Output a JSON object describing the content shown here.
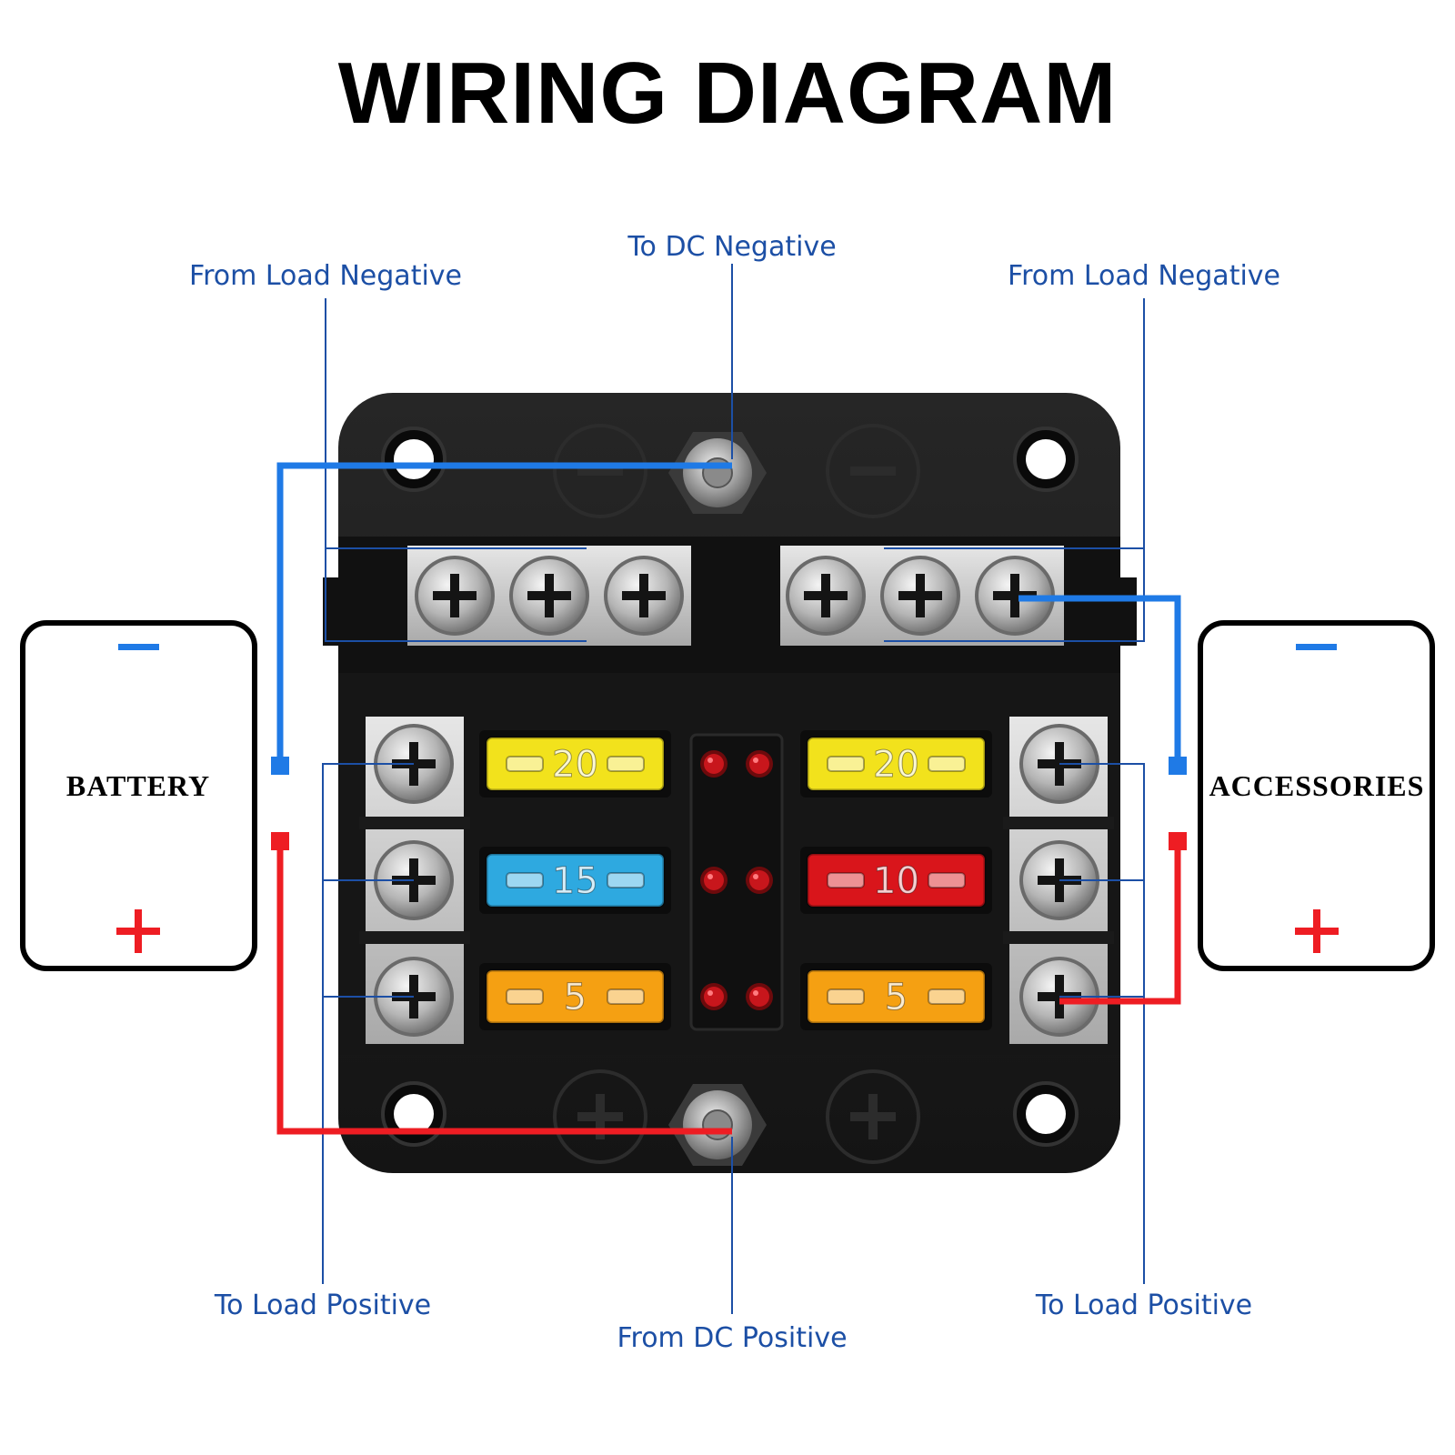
{
  "title": "WIRING DIAGRAM",
  "labels": {
    "from_load_negative_left": "From Load Negative",
    "to_dc_negative": "To DC Negative",
    "from_load_negative_right": "From Load Negative",
    "to_load_positive_left": "To Load Positive",
    "from_dc_positive": "From DC Positive",
    "to_load_positive_right": "To Load Positive"
  },
  "boxes": {
    "battery": {
      "label": "BATTERY",
      "negative": "−",
      "positive": "+"
    },
    "accessories": {
      "label": "ACCESSORIES",
      "negative": "−",
      "positive": "+"
    }
  },
  "fuses": [
    {
      "rating": "20",
      "color": "#f2e21c",
      "side": "left"
    },
    {
      "rating": "15",
      "color": "#2ea9e0",
      "side": "left"
    },
    {
      "rating": "5",
      "color": "#f5a012",
      "side": "left"
    },
    {
      "rating": "20",
      "color": "#f2e21c",
      "side": "right"
    },
    {
      "rating": "10",
      "color": "#d9151b",
      "side": "right"
    },
    {
      "rating": "5",
      "color": "#f5a012",
      "side": "right"
    }
  ],
  "colors": {
    "negative_wire": "#1f7ae6",
    "positive_wire": "#ee1d23",
    "label_text": "#1c4fa5",
    "leader_line": "#1c4fa5",
    "block_body": "#1c1c1c"
  }
}
